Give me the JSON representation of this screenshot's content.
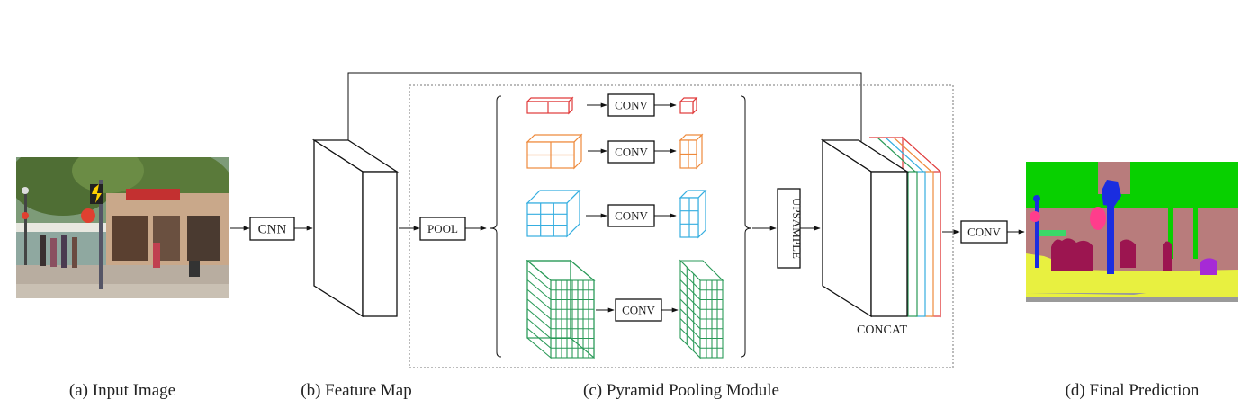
{
  "captions": {
    "input_image": "(a) Input Image",
    "feature_map": "(b) Feature Map",
    "pyramid_pooling": "(c) Pyramid Pooling Module",
    "final_prediction": "(d) Final Prediction"
  },
  "boxes": {
    "cnn": "CNN",
    "pool": "POOL",
    "conv": "CONV",
    "upsample": "UPSAMPLE",
    "concat": "CONCAT",
    "final_conv": "CONV"
  },
  "pyramid_colors": {
    "level_1": "#e03a3a",
    "level_2": "#ee8a3c",
    "level_3": "#35aee0",
    "level_4": "#2a9a58"
  },
  "segmentation_colors": {
    "vegetation": "#08d000",
    "building": "#b87c7c",
    "road": "#e8f040",
    "person": "#9c1550",
    "pole": "#1a2de0",
    "sign": "#ff3d8c",
    "car": "#a62ad6",
    "sidewalk": "#9a9a9a"
  }
}
